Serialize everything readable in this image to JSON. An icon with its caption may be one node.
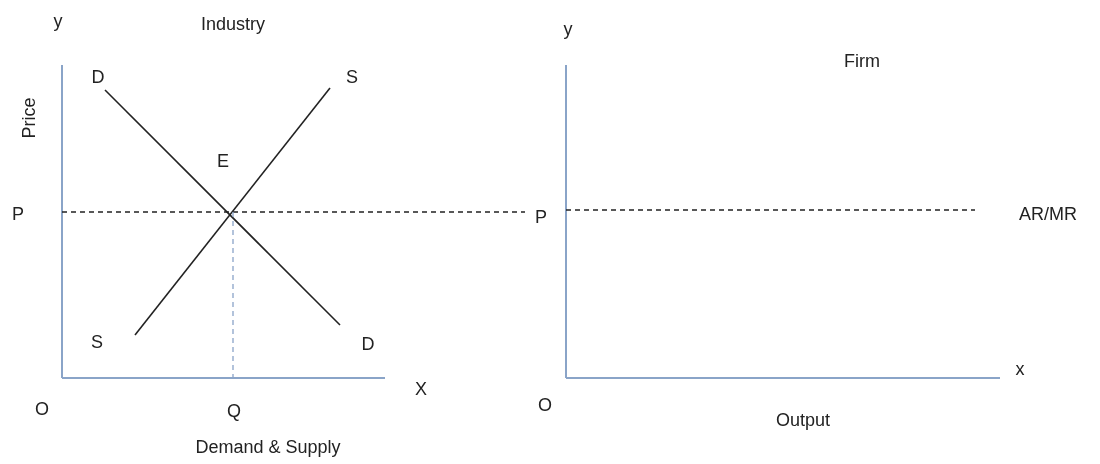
{
  "diagram": {
    "labels": [
      "y",
      "Industry",
      "y",
      "Firm",
      "D",
      "S",
      "Price",
      "E",
      "P",
      "P",
      "AR/MR",
      "S",
      "D",
      "X",
      "x",
      "O",
      "Q",
      "O",
      "Output",
      "Demand & Supply"
    ]
  }
}
